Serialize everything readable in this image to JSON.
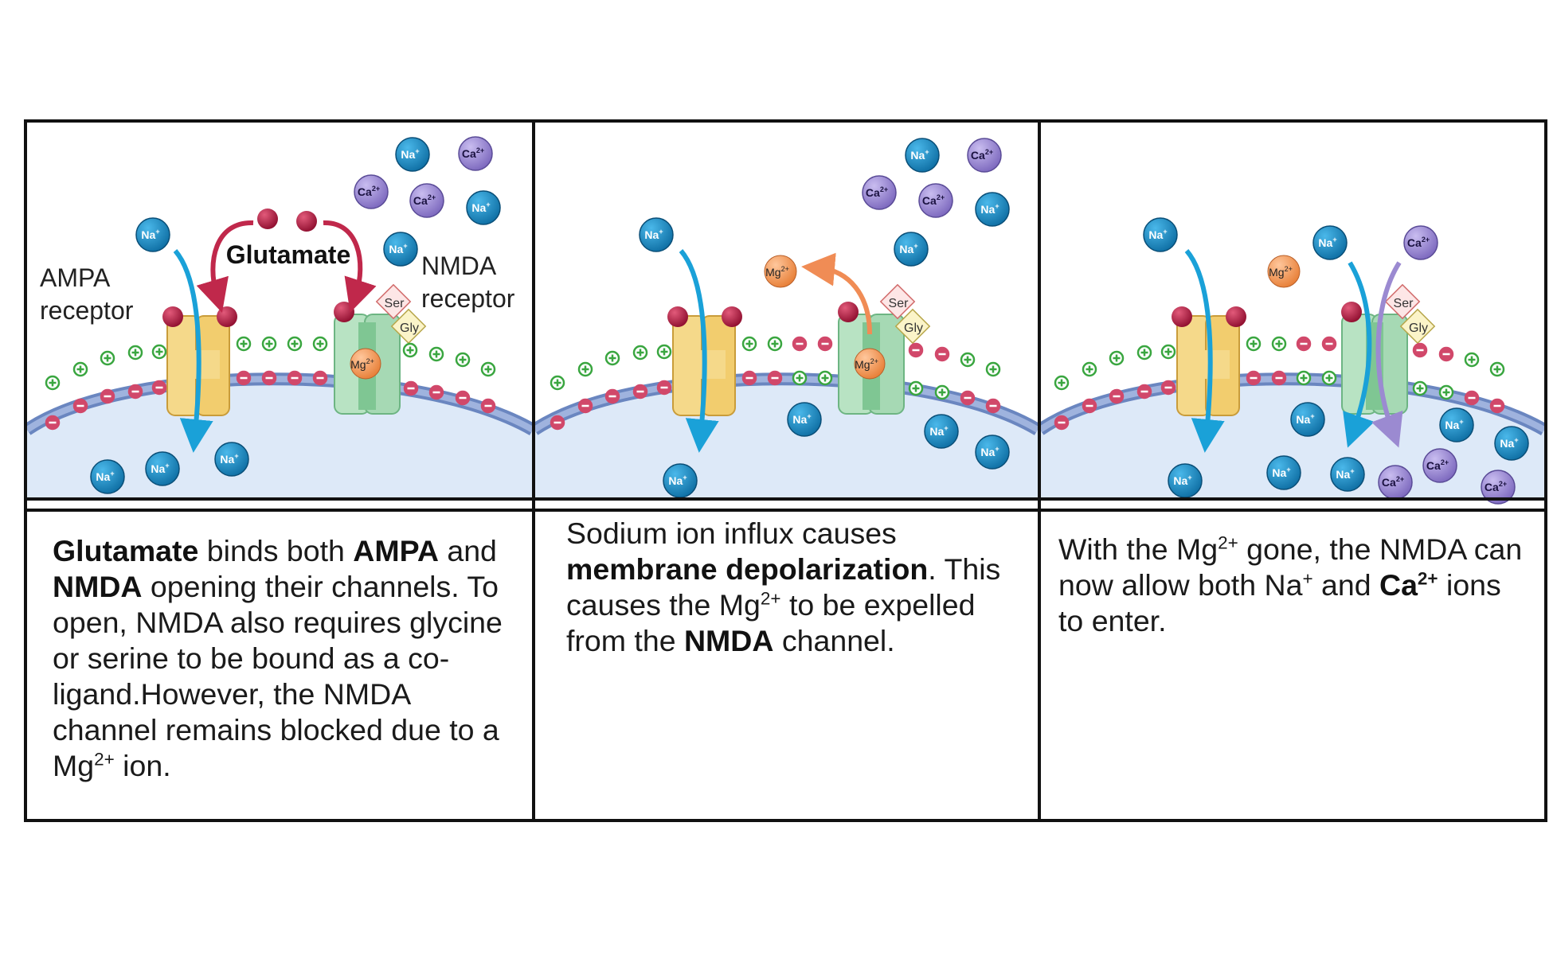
{
  "labels": {
    "glutamate": "Glutamate",
    "ampa_line1": "AMPA",
    "ampa_line2": "receptor",
    "nmda_line1": "NMDA",
    "nmda_line2": "receptor",
    "ser": "Ser",
    "gly": "Gly",
    "na": "Na",
    "na_charge": "+",
    "ca": "Ca",
    "ca_charge": "2+",
    "mg": "Mg",
    "mg_charge": "2+"
  },
  "panels": [
    {
      "caption": [
        {
          "b": "Glutamate"
        },
        " binds both ",
        {
          "b": "AMPA"
        },
        " and ",
        {
          "b": "NMDA"
        },
        " opening their channels. To open, NMDA also requires glycine or serine to be bound as a co-ligand.However, the NMDA channel remains blocked due to a Mg",
        {
          "sup": "2+"
        },
        "  ion."
      ]
    },
    {
      "caption": [
        "Sodium ion influx causes ",
        {
          "b": "membrane depolarization"
        },
        ". This causes the Mg",
        {
          "sup": "2+"
        },
        " to be expelled from the ",
        {
          "b": "NMDA"
        },
        " channel."
      ]
    },
    {
      "caption": [
        "With the Mg",
        {
          "sup": "2+"
        },
        " gone, the NMDA can now allow both Na",
        {
          "sup": "+"
        },
        " and ",
        {
          "b": "Ca"
        },
        {
          "bsup": "2+"
        },
        " ions to enter."
      ]
    }
  ],
  "colors": {
    "sodium": "#1a8fc9",
    "calcium": "#9b8ad1",
    "magnesium": "#f39a5e",
    "glutamate": "#c01a43",
    "ampa_receptor": "#f5d98a",
    "nmda_receptor": "#b8e3c3",
    "cytoplasm": "#dde9f8",
    "membrane": "#6a86c0",
    "positive_charge": "#3aa640",
    "negative_charge": "#d1486a",
    "ampa_arrow": "#1aa1d8",
    "glutamate_arrow": "#c0284b"
  }
}
